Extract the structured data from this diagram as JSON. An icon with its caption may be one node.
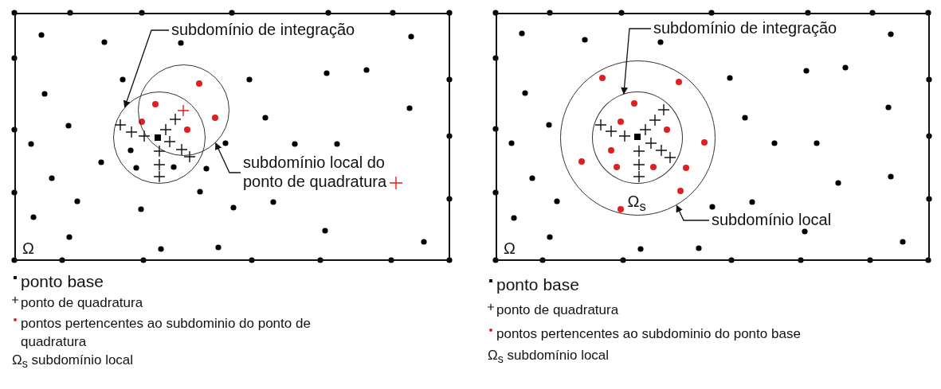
{
  "diagram": {
    "nodes": [
      {
        "text": [
          "Ω"
        ]
      },
      {
        "text": [
          "subdomínio de integração"
        ],
        "in": 0
      },
      {
        "text": [],
        "shape": "circle",
        "in": 0
      },
      {
        "text": [
          "subdomínio local do ponto de quadratura"
        ],
        "in": 0
      },
      {
        "text": [],
        "shape": "circle",
        "in": 0
      },
      {
        "text": [
          "Ω"
        ]
      },
      {
        "text": [
          "subdomínio de integração"
        ],
        "in": 5
      },
      {
        "text": [],
        "shape": "circle",
        "in": 9
      },
      {
        "text": [
          "subdomínio local"
        ],
        "in": 5
      },
      {
        "text": [
          "Ω$_{s}$"
        ],
        "in": 5
      }
    ],
    "edges": [
      {
        "from": 1,
        "to": 2,
        "arrow": "to"
      },
      {
        "from": 3,
        "to": 4,
        "arrow": "to"
      },
      {
        "from": 6,
        "to": 7,
        "arrow": "to"
      },
      {
        "from": 8,
        "to": 9,
        "arrow": "to"
      }
    ],
    "legend": [
      {
        "text": "ponto base"
      },
      {
        "text": "ponto de quadratura"
      },
      {
        "text": "pontos pertencentes ao subdominio do ponto de quadratura"
      },
      {
        "text": "Ω$_{s}$ subdomínio local"
      },
      {
        "text": "ponto base"
      },
      {
        "text": "ponto de quadratura"
      },
      {
        "text": "pontos pertencentes ao subdominio do ponto base"
      },
      {
        "text": "Ω$_{s}$ subdomínio local"
      }
    ]
  }
}
